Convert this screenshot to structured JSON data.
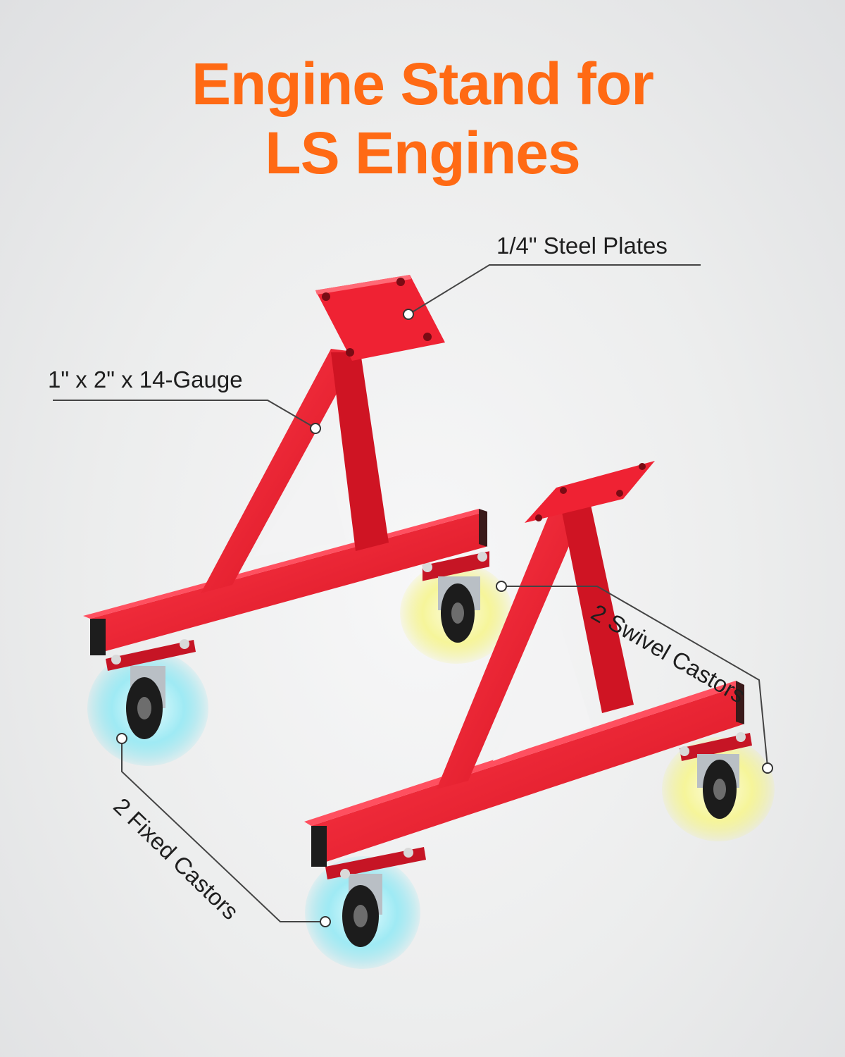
{
  "headline": {
    "line1": "Engine Stand for",
    "line2": "LS Engines"
  },
  "callouts": {
    "steel_plates": "1/4\" Steel Plates",
    "tube": "1\" x 2\" x 14-Gauge",
    "swivel": "2 Swivel Castors",
    "fixed": "2 Fixed Castors"
  },
  "colors": {
    "headline": "#ff6a14",
    "frame_red": "#e8192c",
    "frame_dark": "#b80f1f",
    "swivel_glow": "#f3f27a",
    "fixed_glow": "#7fe3f0"
  }
}
